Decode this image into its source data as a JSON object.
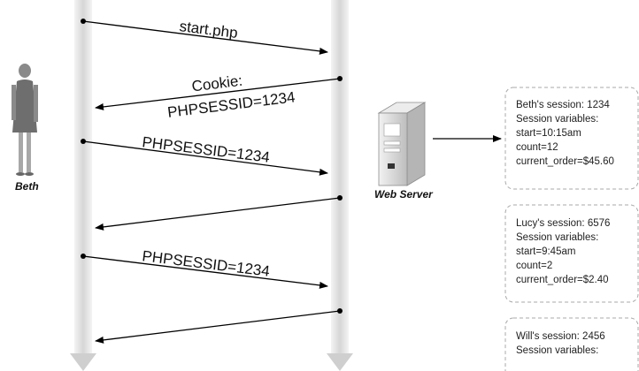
{
  "actors": {
    "client": {
      "label": "Beth"
    },
    "server": {
      "label": "Web Server"
    }
  },
  "messages": [
    {
      "id": 1,
      "direction": "to-server",
      "lines": [
        "start.php"
      ]
    },
    {
      "id": 2,
      "direction": "to-client",
      "lines": [
        "Cookie:",
        "PHPSESSID=1234"
      ]
    },
    {
      "id": 3,
      "direction": "to-server",
      "lines": [
        "PHPSESSID=1234"
      ]
    },
    {
      "id": 4,
      "direction": "to-client",
      "lines": []
    },
    {
      "id": 5,
      "direction": "to-server",
      "lines": [
        "PHPSESSID=1234"
      ]
    },
    {
      "id": 6,
      "direction": "to-client",
      "lines": []
    }
  ],
  "sessions": [
    {
      "header": "Beth's session: 1234",
      "vars_label": "Session variables:",
      "vars": [
        "start=10:15am",
        "count=12",
        "current_order=$45.60"
      ]
    },
    {
      "header": "Lucy's session: 6576",
      "vars_label": "Session variables:",
      "vars": [
        "start=9:45am",
        "count=2",
        "current_order=$2.40"
      ]
    },
    {
      "header": "Will's session: 2456",
      "vars_label": "Session variables:",
      "vars": []
    }
  ],
  "colors": {
    "lifeline": "#dcdcdc",
    "arrow": "#000000",
    "box_border": "#a8a8a8",
    "person": "#7a7a7a",
    "server": "#d0d0d0"
  }
}
